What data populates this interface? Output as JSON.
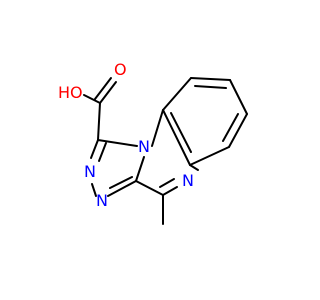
{
  "molecule": {
    "atoms": {
      "oxygen_carbonyl": "O",
      "hydroxyl": "HO",
      "nitrogen_bridgehead": "N",
      "nitrogen_triazole_a": "N",
      "nitrogen_triazole_b": "N",
      "nitrogen_pyrazine": "N"
    },
    "colors": {
      "bond": "#000000",
      "oxygen": "#ff0000",
      "nitrogen": "#0000ff"
    }
  }
}
